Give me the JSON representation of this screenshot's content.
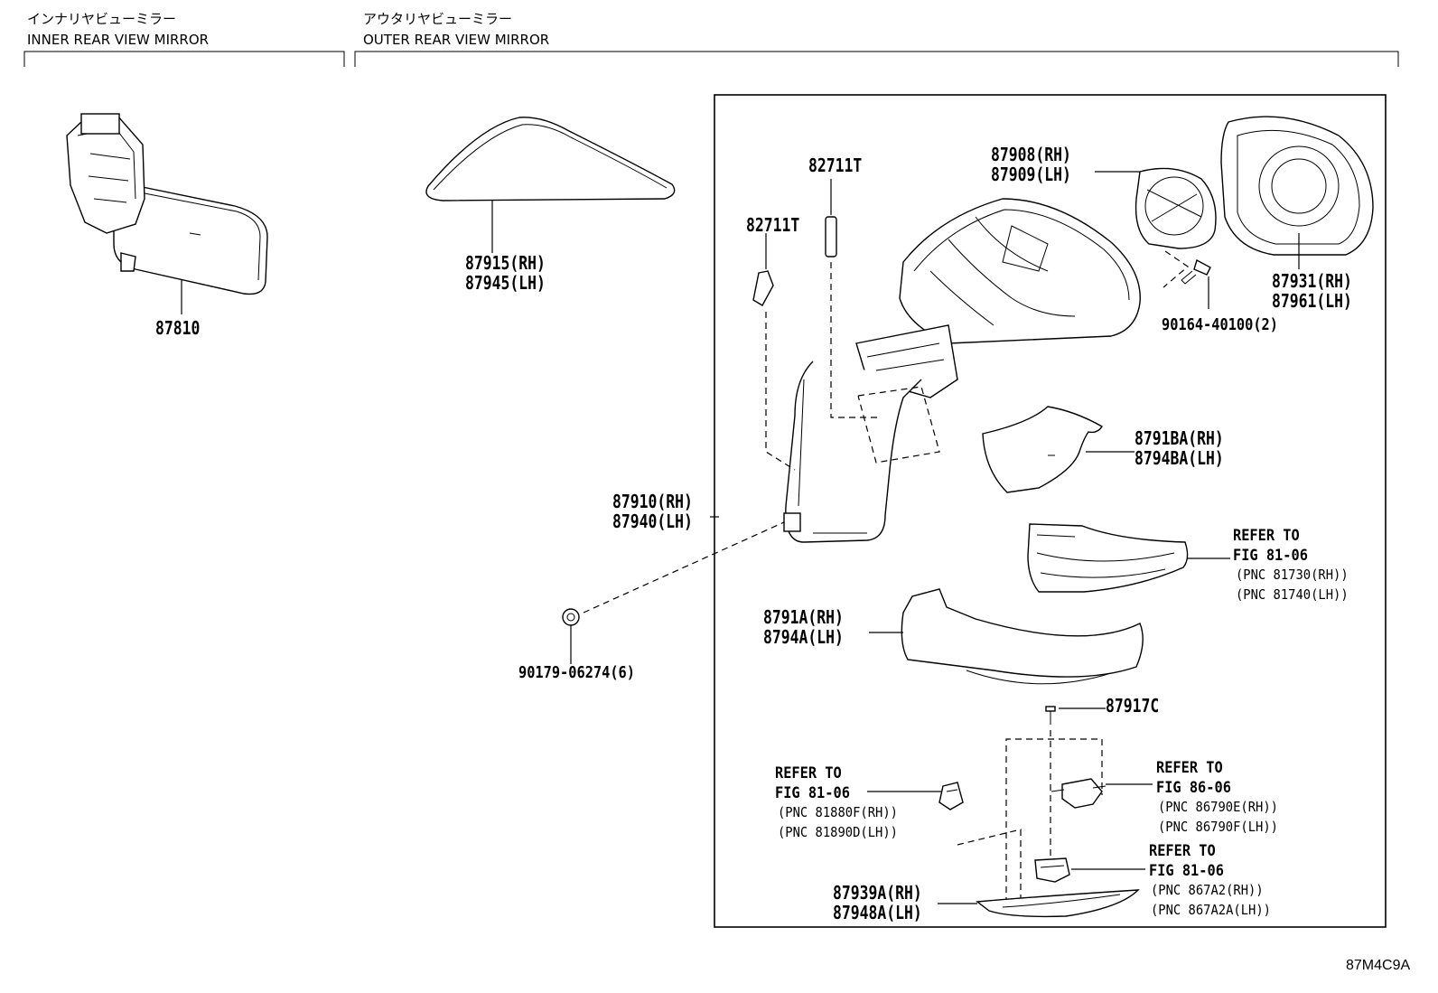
{
  "sections": {
    "inner_jp": "インナリヤビューミラー",
    "inner_en": "INNER REAR VIEW MIRROR",
    "outer_jp": "アウタリヤビューミラー",
    "outer_en": "OUTER REAR VIEW MIRROR"
  },
  "parts": {
    "p87810": "87810",
    "p87915": "87915(RH)",
    "p87945": "87945(LH)",
    "p82711t_a": "82711T",
    "p82711t_b": "82711T",
    "p87908": "87908(RH)",
    "p87909": "87909(LH)",
    "p87931": "87931(RH)",
    "p87961": "87961(LH)",
    "p90164": "90164-40100(2)",
    "p8791ba": "8791BA(RH)",
    "p8794ba": "8794BA(LH)",
    "p87910": "87910(RH)",
    "p87940": "87940(LH)",
    "p90179": "90179-06274(6)",
    "p8791a": "8791A(RH)",
    "p8794a": "8794A(LH)",
    "p87917c": "87917C",
    "p87939a": "87939A(RH)",
    "p87948a": "87948A(LH)"
  },
  "refs": {
    "r1_a": "REFER TO",
    "r1_b": "FIG 81-06",
    "r1_c": "(PNC 81730(RH))",
    "r1_d": "(PNC 81740(LH))",
    "r2_a": "REFER TO",
    "r2_b": "FIG 81-06",
    "r2_c": "(PNC 81880F(RH))",
    "r2_d": "(PNC 81890D(LH))",
    "r3_a": "REFER TO",
    "r3_b": "FIG 86-06",
    "r3_c": "(PNC 86790E(RH))",
    "r3_d": "(PNC 86790F(LH))",
    "r4_a": "REFER TO",
    "r4_b": "FIG 81-06",
    "r4_c": "(PNC 867A2(RH))",
    "r4_d": "(PNC 867A2A(LH))"
  },
  "figure_code": "87M4C9A"
}
